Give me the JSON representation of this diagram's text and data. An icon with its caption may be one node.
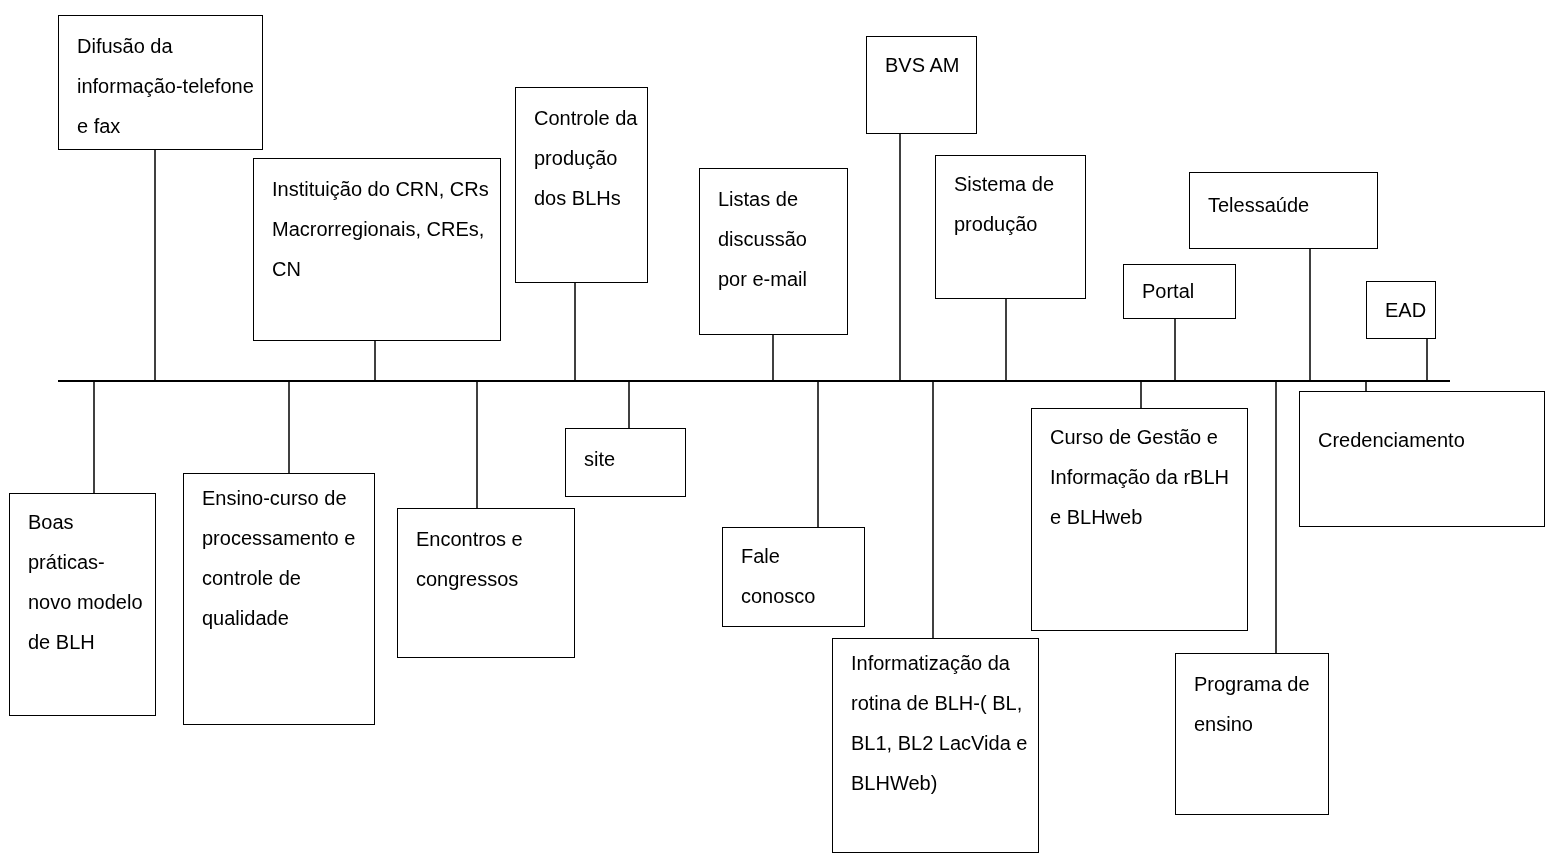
{
  "diagram": {
    "nodes": [
      {
        "text": [],
        "shape": "bar"
      },
      {
        "text": [
          "Difusão da informação-telefone e fax"
        ]
      },
      {
        "text": [
          "Boas práticas-novo modelo de BLH"
        ]
      },
      {
        "text": [
          "Ensino-curso de processamento e controle de qualidade"
        ]
      },
      {
        "text": [
          "Instituição do CRN, CRs Macrorregionais, CREs, CN"
        ]
      },
      {
        "text": [
          "Encontros e congressos"
        ]
      },
      {
        "text": [
          "Controle da produção dos BLHs"
        ]
      },
      {
        "text": [
          "site"
        ]
      },
      {
        "text": [
          "Listas de discussão por e-mail"
        ]
      },
      {
        "text": [
          "Fale conosco"
        ]
      },
      {
        "text": [
          "BVS AM"
        ]
      },
      {
        "text": [
          "Informatização da rotina de BLH-( BL, BL1, BL2 LacVida e BLHWeb)"
        ]
      },
      {
        "text": [
          "Sistema de produção"
        ]
      },
      {
        "text": [
          "Curso de Gestão e Informação da rBLH e BLHweb"
        ]
      },
      {
        "text": [
          "Portal"
        ]
      },
      {
        "text": [
          "Programa de ensino"
        ]
      },
      {
        "text": [
          "Telessaúde"
        ]
      },
      {
        "text": [
          "Credenciamento"
        ]
      },
      {
        "text": [
          "EAD"
        ]
      }
    ],
    "edges": [
      {
        "from": 1,
        "to": 0,
        "arrow": "none"
      },
      {
        "from": 2,
        "to": 0,
        "arrow": "none"
      },
      {
        "from": 3,
        "to": 0,
        "arrow": "none"
      },
      {
        "from": 4,
        "to": 0,
        "arrow": "none"
      },
      {
        "from": 5,
        "to": 0,
        "arrow": "none"
      },
      {
        "from": 6,
        "to": 0,
        "arrow": "none"
      },
      {
        "from": 7,
        "to": 0,
        "arrow": "none"
      },
      {
        "from": 8,
        "to": 0,
        "arrow": "none"
      },
      {
        "from": 9,
        "to": 0,
        "arrow": "none"
      },
      {
        "from": 10,
        "to": 0,
        "arrow": "none"
      },
      {
        "from": 11,
        "to": 0,
        "arrow": "none"
      },
      {
        "from": 12,
        "to": 0,
        "arrow": "none"
      },
      {
        "from": 13,
        "to": 0,
        "arrow": "none"
      },
      {
        "from": 14,
        "to": 0,
        "arrow": "none"
      },
      {
        "from": 15,
        "to": 0,
        "arrow": "none"
      },
      {
        "from": 16,
        "to": 0,
        "arrow": "none"
      },
      {
        "from": 17,
        "to": 0,
        "arrow": "none"
      },
      {
        "from": 18,
        "to": 0,
        "arrow": "none"
      }
    ]
  }
}
